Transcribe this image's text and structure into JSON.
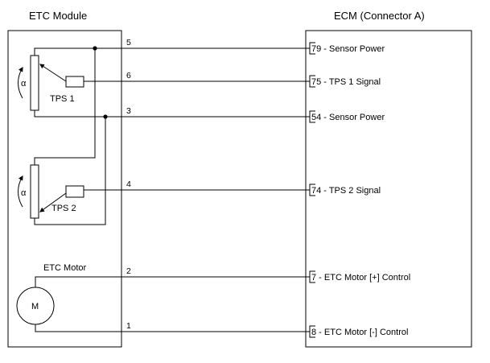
{
  "etc_module": {
    "title": "ETC Module",
    "tps1_label": "TPS 1",
    "tps2_label": "TPS 2",
    "alpha_symbol": "α",
    "motor_label": "ETC Motor",
    "motor_symbol": "M"
  },
  "ecm": {
    "title": "ECM (Connector A)"
  },
  "wires": [
    {
      "num": "5",
      "pin": "79",
      "desc": " - Sensor Power"
    },
    {
      "num": "6",
      "pin": "75",
      "desc": " - TPS 1 Signal"
    },
    {
      "num": "3",
      "pin": "54",
      "desc": " - Sensor Power"
    },
    {
      "num": "4",
      "pin": "74",
      "desc": " - TPS 2 Signal"
    },
    {
      "num": "2",
      "pin": "7",
      "desc": " - ETC Motor [+] Control"
    },
    {
      "num": "1",
      "pin": "8",
      "desc": " - ETC Motor [-] Control"
    }
  ]
}
